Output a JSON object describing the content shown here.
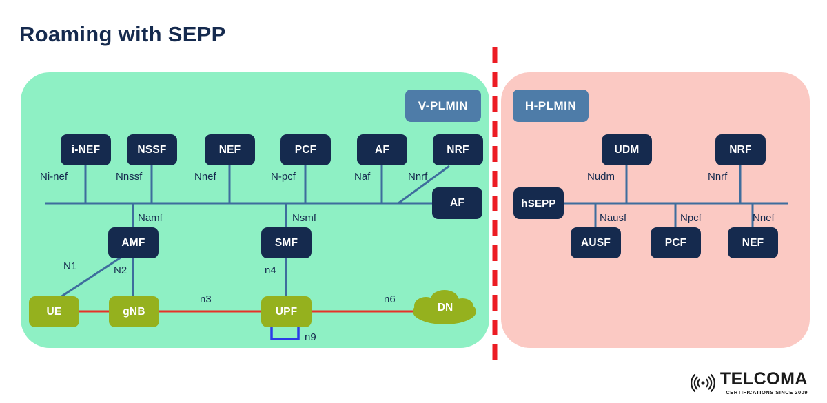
{
  "title": "Roaming with SEPP",
  "vplmn": {
    "badge": "V-PLMIN",
    "nodes": {
      "inef": "i-NEF",
      "nssf": "NSSF",
      "nef": "NEF",
      "pcf": "PCF",
      "af": "AF",
      "nrf": "NRF",
      "af2": "AF",
      "amf": "AMF",
      "smf": "SMF",
      "ue": "UE",
      "gnb": "gNB",
      "upf": "UPF",
      "dn": "DN"
    },
    "links": {
      "ninef": "Ni-nef",
      "nnssf": "Nnssf",
      "nnef": "Nnef",
      "npcf": "N-pcf",
      "naf": "Naf",
      "nnrf": "Nnrf",
      "namf": "Namf",
      "nsmf": "Nsmf",
      "n1": "N1",
      "n2": "N2",
      "n4": "n4",
      "n3": "n3",
      "n6": "n6",
      "n9": "n9"
    }
  },
  "hplmn": {
    "badge": "H-PLMIN",
    "nodes": {
      "hsepp": "hSEPP",
      "udm": "UDM",
      "nrf": "NRF",
      "ausf": "AUSF",
      "pcf": "PCF",
      "nef": "NEF"
    },
    "links": {
      "nudm": "Nudm",
      "nnrf": "Nnrf",
      "nausf": "Nausf",
      "npcf": "Npcf",
      "nnef": "Nnef"
    }
  },
  "logo": {
    "name": "TELCOMA",
    "tagline": "CERTIFICATIONS SINCE 2009"
  },
  "colors": {
    "panel_green": "#8EF0C4",
    "panel_pink": "#FBC9C3",
    "node_navy": "#152A4E",
    "node_olive": "#95B11E",
    "badge_blue": "#4E7CA8",
    "bus_line": "#3E6D9D",
    "red_line": "#E63228",
    "n9_blue": "#2B3BE8",
    "divider_red": "#EC1C24"
  }
}
